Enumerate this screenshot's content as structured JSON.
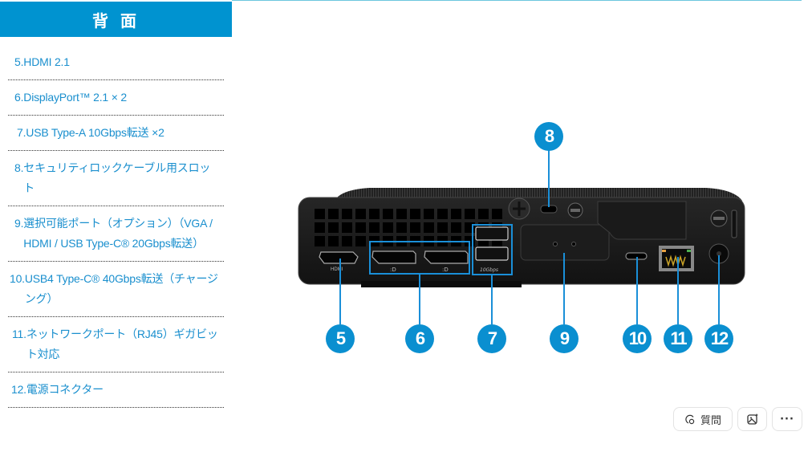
{
  "section": {
    "title": "背 面",
    "accent_color": "#0093d0"
  },
  "items": [
    {
      "num": "5.",
      "text": "HDMI 2.1"
    },
    {
      "num": "6.",
      "text": "DisplayPort™ 2.1 × 2"
    },
    {
      "num": "7.",
      "text": "USB Type-A 10Gbps転送 ×2"
    },
    {
      "num": "8.",
      "text": "セキュリティロックケーブル用スロット"
    },
    {
      "num": "9.",
      "text": "選択可能ポート（オプション）（VGA / HDMI / USB Type-C® 20Gbps転送）"
    },
    {
      "num": "10.",
      "text": "USB4 Type-C® 40Gbps転送（チャージング）"
    },
    {
      "num": "11.",
      "text": "ネットワークポート（RJ45）ギガビット対応"
    },
    {
      "num": "12.",
      "text": "電源コネクター"
    }
  ],
  "diagram": {
    "badges": [
      "5",
      "6",
      "7",
      "8",
      "9",
      "10",
      "11",
      "12"
    ],
    "port_labels": {
      "hdmi": "HDMI",
      "dp": ":D",
      "usb_speed": "10Gbps"
    }
  },
  "actions": {
    "ask_label": "質問",
    "ask_icon": "chat-question-icon",
    "image_icon": "image-sparkle-icon",
    "more_label": "···"
  }
}
